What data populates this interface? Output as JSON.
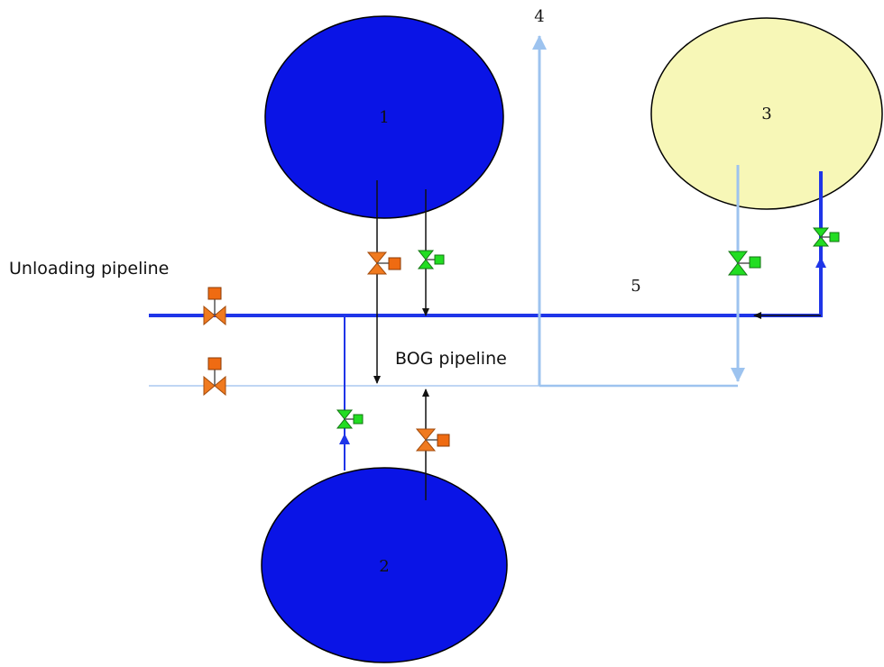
{
  "labels": {
    "unloading_pipeline": "Unloading pipeline",
    "bog_pipeline": "BOG pipeline"
  },
  "tanks": [
    {
      "id": "tank-1",
      "label": "1"
    },
    {
      "id": "tank-2",
      "label": "2"
    },
    {
      "id": "tank-3",
      "label": "3"
    }
  ],
  "markers": {
    "line_4": "4",
    "line_5": "5"
  },
  "colors": {
    "tank_full": "#0a14e6",
    "tank_other": "#f7f7b7",
    "unloading_line": "#1f35e8",
    "bog_line": "#aac9f0",
    "bog_line_strong": "#9dc3ef",
    "valve_orange": "#f07a1f",
    "valve_green": "#22dd22",
    "arrow_black": "#111111"
  }
}
